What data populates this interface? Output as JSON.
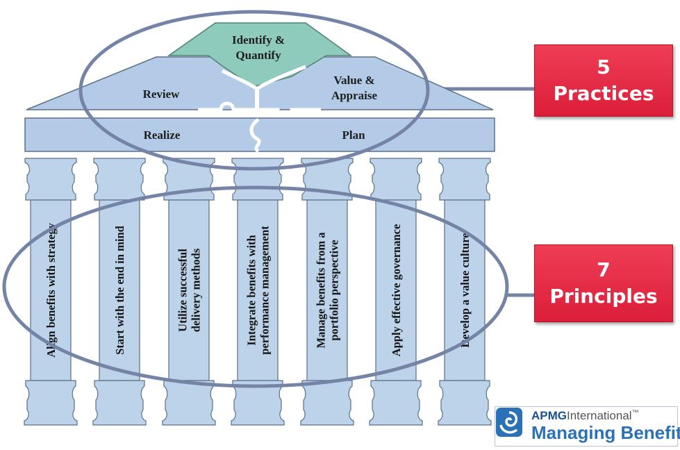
{
  "roof": {
    "top_label_line1": "Identify &",
    "top_label_line2": "Quantify",
    "left_label": "Review",
    "right_label_line1": "Value &",
    "right_label_line2": "Appraise",
    "beam_left_label": "Realize",
    "beam_right_label": "Plan"
  },
  "pillars": [
    {
      "line1": "Align benefits with strategy",
      "line2": ""
    },
    {
      "line1": "Start with the end in mind",
      "line2": ""
    },
    {
      "line1": "Utilize successful",
      "line2": "delivery methods"
    },
    {
      "line1": "Integrate benefits with",
      "line2": "performance management"
    },
    {
      "line1": "Manage benefits from a",
      "line2": "portfolio perspective"
    },
    {
      "line1": "Apply effective governance",
      "line2": ""
    },
    {
      "line1": "Develop a value culture",
      "line2": ""
    }
  ],
  "callouts": {
    "practices": {
      "number": "5",
      "label": "Practices"
    },
    "principles": {
      "number": "7",
      "label": "Principles"
    }
  },
  "logo": {
    "brand": "APMG",
    "org": "International",
    "tm": "™",
    "product": "Managing Benefits"
  },
  "colors": {
    "pillar_fill": "#bcd3ea",
    "roof_fill": "#b3cbe6",
    "top_piece_fill": "#8fcbbd",
    "outline": "#5a6f86",
    "ellipse": "#7584a6",
    "callout": "#e52a45"
  }
}
